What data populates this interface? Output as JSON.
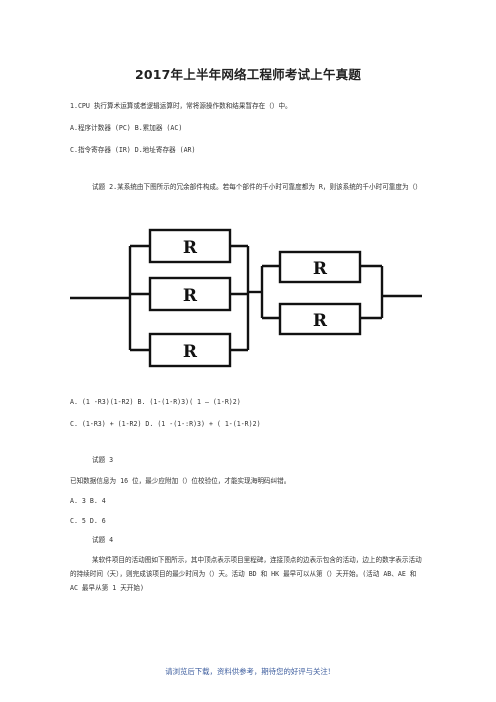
{
  "title": "2017年上半年网络工程师考试上午真题",
  "q1": {
    "stem": "1.CPU 执行算术运算或者逻辑运算时，常将源操作数和结果暂存在（）中。",
    "opt_ab": "A.程序计数器  (PC) B.累加器  (AC)",
    "opt_cd": "C.指令寄存器  (IR) D.地址寄存器  (AR)"
  },
  "q2": {
    "stem": "试题  2.某系统由下图所示的冗余部件构成。若每个部件的千小时可靠度都为   R，则该系统的千小时可靠度为（）",
    "block_label": "R",
    "opt_ab": "A. (1 -R3)(1-R2) B.  (1-(1-R)3)( 1 —  (1-R)2)",
    "opt_cd": "C. (1-R3) + (1-R2) D. (1 -(1-:R)3) + ( 1-(1-R)2)"
  },
  "q3": {
    "label": "试题  3",
    "stem": "已知数据信息为    16 位，最少应附加（）位校验位，才能实现海明码纠错。",
    "opt_ab": "A. 3 B. 4",
    "opt_cd": "C. 5 D. 6"
  },
  "q4": {
    "label": "试题  4",
    "stem": "某软件项目的活动图如下图所示，其中顶点表示项目里程碑，连接顶点的边表示包含的活动，边上的数字表示活动的持续时间（天），则完成该项目的最少时间为（）天。活动  BD 和  HK 最早可以从第（）天开始。(活动  AB、AE 和  AC 最早从第  1 天开始)"
  },
  "footer": "请浏览后下载，资料供参考，期待您的好评与关注!"
}
